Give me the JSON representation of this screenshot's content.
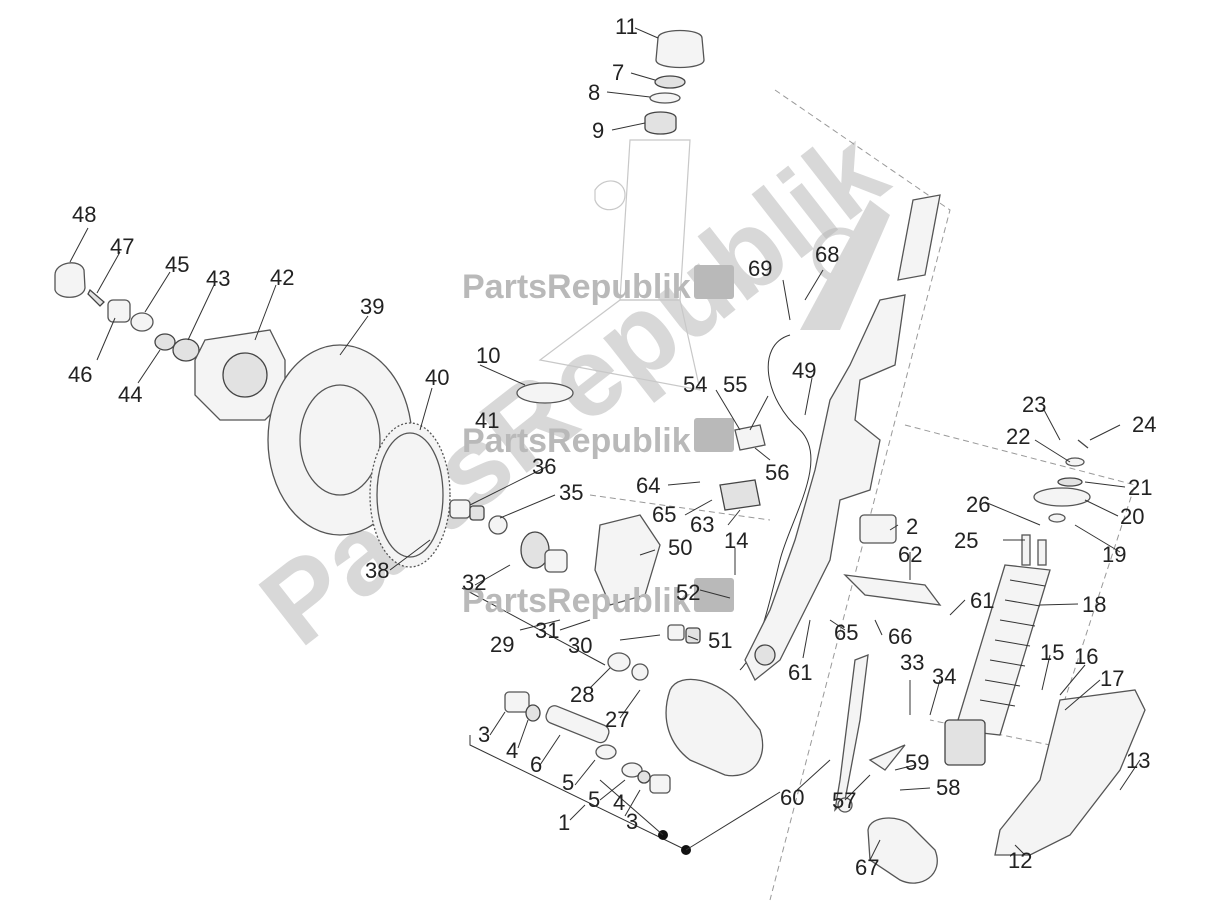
{
  "watermark": {
    "brand": "PartsRepublik",
    "color": "#b9b9b9"
  },
  "labels": [
    {
      "id": "11",
      "text": "11"
    },
    {
      "id": "7",
      "text": "7"
    },
    {
      "id": "8",
      "text": "8"
    },
    {
      "id": "9",
      "text": "9"
    },
    {
      "id": "48",
      "text": "48"
    },
    {
      "id": "47",
      "text": "47"
    },
    {
      "id": "45",
      "text": "45"
    },
    {
      "id": "43",
      "text": "43"
    },
    {
      "id": "42",
      "text": "42"
    },
    {
      "id": "46",
      "text": "46"
    },
    {
      "id": "44",
      "text": "44"
    },
    {
      "id": "39",
      "text": "39"
    },
    {
      "id": "10",
      "text": "10"
    },
    {
      "id": "40",
      "text": "40"
    },
    {
      "id": "41",
      "text": "41"
    },
    {
      "id": "36",
      "text": "36"
    },
    {
      "id": "35",
      "text": "35"
    },
    {
      "id": "38",
      "text": "38"
    },
    {
      "id": "32",
      "text": "32"
    },
    {
      "id": "29",
      "text": "29"
    },
    {
      "id": "31",
      "text": "31"
    },
    {
      "id": "30",
      "text": "30"
    },
    {
      "id": "28",
      "text": "28"
    },
    {
      "id": "27",
      "text": "27"
    },
    {
      "id": "3a",
      "text": "3"
    },
    {
      "id": "4a",
      "text": "4"
    },
    {
      "id": "6",
      "text": "6"
    },
    {
      "id": "5a",
      "text": "5"
    },
    {
      "id": "5b",
      "text": "5"
    },
    {
      "id": "4b",
      "text": "4"
    },
    {
      "id": "3b",
      "text": "3"
    },
    {
      "id": "1",
      "text": "1"
    },
    {
      "id": "69",
      "text": "69"
    },
    {
      "id": "68",
      "text": "68"
    },
    {
      "id": "54",
      "text": "54"
    },
    {
      "id": "55",
      "text": "55"
    },
    {
      "id": "49",
      "text": "49"
    },
    {
      "id": "56",
      "text": "56"
    },
    {
      "id": "64",
      "text": "64"
    },
    {
      "id": "65a",
      "text": "65"
    },
    {
      "id": "63",
      "text": "63"
    },
    {
      "id": "50",
      "text": "50"
    },
    {
      "id": "14",
      "text": "14"
    },
    {
      "id": "52",
      "text": "52"
    },
    {
      "id": "51",
      "text": "51"
    },
    {
      "id": "23",
      "text": "23"
    },
    {
      "id": "24",
      "text": "24"
    },
    {
      "id": "22",
      "text": "22"
    },
    {
      "id": "21",
      "text": "21"
    },
    {
      "id": "20",
      "text": "20"
    },
    {
      "id": "26",
      "text": "26"
    },
    {
      "id": "19",
      "text": "19"
    },
    {
      "id": "2",
      "text": "2"
    },
    {
      "id": "25",
      "text": "25"
    },
    {
      "id": "62",
      "text": "62"
    },
    {
      "id": "18",
      "text": "18"
    },
    {
      "id": "61a",
      "text": "61"
    },
    {
      "id": "65b",
      "text": "65"
    },
    {
      "id": "66",
      "text": "66"
    },
    {
      "id": "61b",
      "text": "61"
    },
    {
      "id": "33",
      "text": "33"
    },
    {
      "id": "34",
      "text": "34"
    },
    {
      "id": "15",
      "text": "15"
    },
    {
      "id": "16",
      "text": "16"
    },
    {
      "id": "17",
      "text": "17"
    },
    {
      "id": "59",
      "text": "59"
    },
    {
      "id": "58",
      "text": "58"
    },
    {
      "id": "60",
      "text": "60"
    },
    {
      "id": "57",
      "text": "57"
    },
    {
      "id": "13",
      "text": "13"
    },
    {
      "id": "67",
      "text": "67"
    },
    {
      "id": "12",
      "text": "12"
    }
  ]
}
